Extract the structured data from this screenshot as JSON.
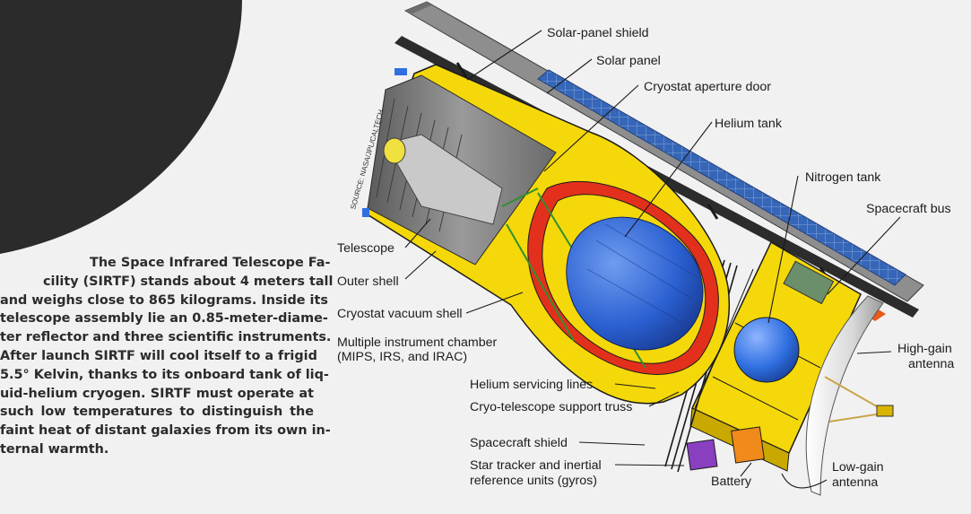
{
  "caption": {
    "lines": [
      "The Space Infrared Telescope Fa-",
      "cility (SIRTF) stands about 4 meters tall",
      "and weighs close to 865 kilograms. Inside its",
      "telescope assembly lie an 0.85-meter-diame-",
      "ter reflector and three scientific instruments.",
      "After launch SIRTF will cool itself to a frigid",
      "5.5° Kelvin, thanks to its onboard tank of liq-",
      "uid-helium cryogen. SIRTF must operate at",
      "such low temperatures to distinguish the",
      "faint heat of distant galaxies from its own in-",
      "ternal warmth."
    ]
  },
  "source_credit": "SOURCE: NASA/JPL/CALTECH",
  "labels": {
    "solar_panel_shield": "Solar-panel shield",
    "solar_panel": "Solar panel",
    "cryostat_aperture_door": "Cryostat aperture door",
    "helium_tank": "Helium tank",
    "nitrogen_tank": "Nitrogen tank",
    "spacecraft_bus": "Spacecraft bus",
    "telescope": "Telescope",
    "outer_shell": "Outer shell",
    "cryostat_vacuum_shell": "Cryostat vacuum shell",
    "multiple_instrument_chamber_1": "Multiple instrument chamber",
    "multiple_instrument_chamber_2": "(MIPS, IRS, and IRAC)",
    "helium_servicing_lines": "Helium servicing lines",
    "cryo_telescope_support_truss": "Cryo-telescope support truss",
    "high_gain_antenna_1": "High-gain",
    "high_gain_antenna_2": "antenna",
    "spacecraft_shield": "Spacecraft shield",
    "star_tracker_1": "Star tracker and inertial",
    "star_tracker_2": "reference units (gyros)",
    "battery": "Battery",
    "low_gain_antenna_1": "Low-gain",
    "low_gain_antenna_2": "antenna"
  },
  "colors": {
    "outer_shell": "#f5d80a",
    "vacuum_shell": "#e2301c",
    "helium_tank": "#2a5fd0",
    "nitrogen_tank": "#2f6fe0",
    "solar_cells": "#3566b8",
    "instrument_lines": "#2f8f2f",
    "star_tracker": "#8a3fc0",
    "battery": "#f08a1a"
  }
}
